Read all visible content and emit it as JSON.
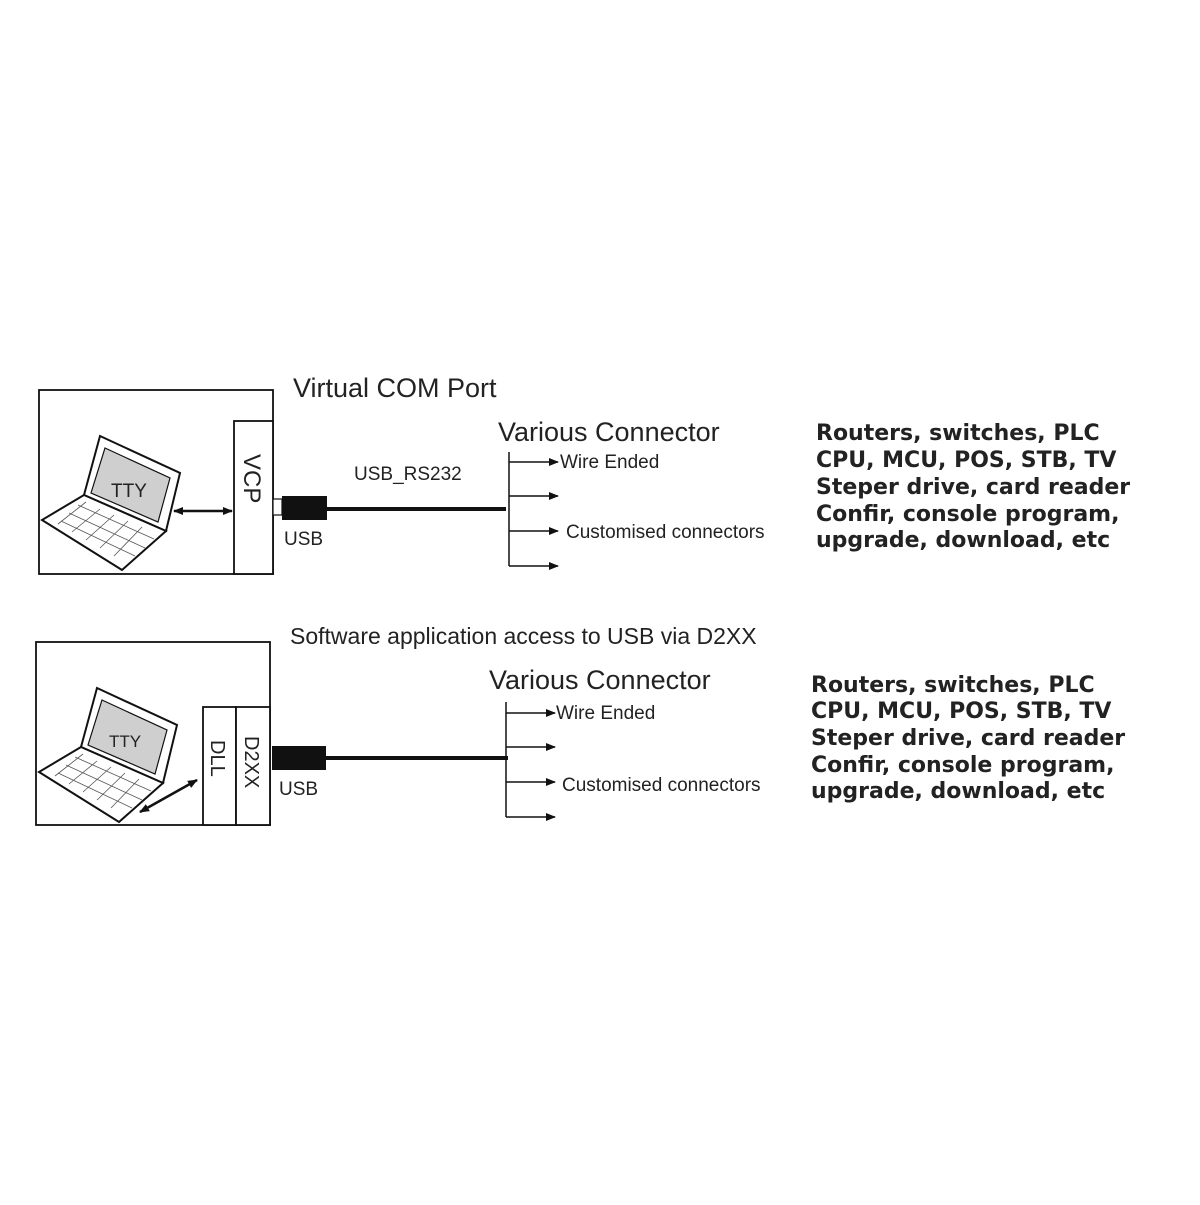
{
  "colors": {
    "line": "#111111",
    "text": "#222222",
    "screen": "#cfcfcf",
    "background": "#ffffff"
  },
  "diagram1": {
    "title": "Virtual COM Port",
    "driver_label": "VCP",
    "screen_label": "TTY",
    "cable_label": "USB_RS232",
    "plug_label": "USB",
    "connector_title": "Various Connector",
    "wire_label": "Wire Ended",
    "custom_label": "Customised connectors",
    "applications": [
      "Routers, switches, PLC",
      "CPU, MCU, POS, STB, TV",
      "Steper drive, card reader",
      "Confir, console program,",
      "upgrade, download, etc"
    ]
  },
  "diagram2": {
    "title": "Software application access to USB via D2XX",
    "dll_label": "DLL",
    "d2xx_label": "D2XX",
    "screen_label": "TTY",
    "plug_label": "USB",
    "connector_title": "Various Connector",
    "wire_label": "Wire Ended",
    "custom_label": "Customised connectors",
    "applications": [
      "Routers, switches, PLC",
      "CPU, MCU, POS, STB, TV",
      "Steper drive, card reader",
      "Confir, console program,",
      "upgrade, download, etc"
    ]
  }
}
